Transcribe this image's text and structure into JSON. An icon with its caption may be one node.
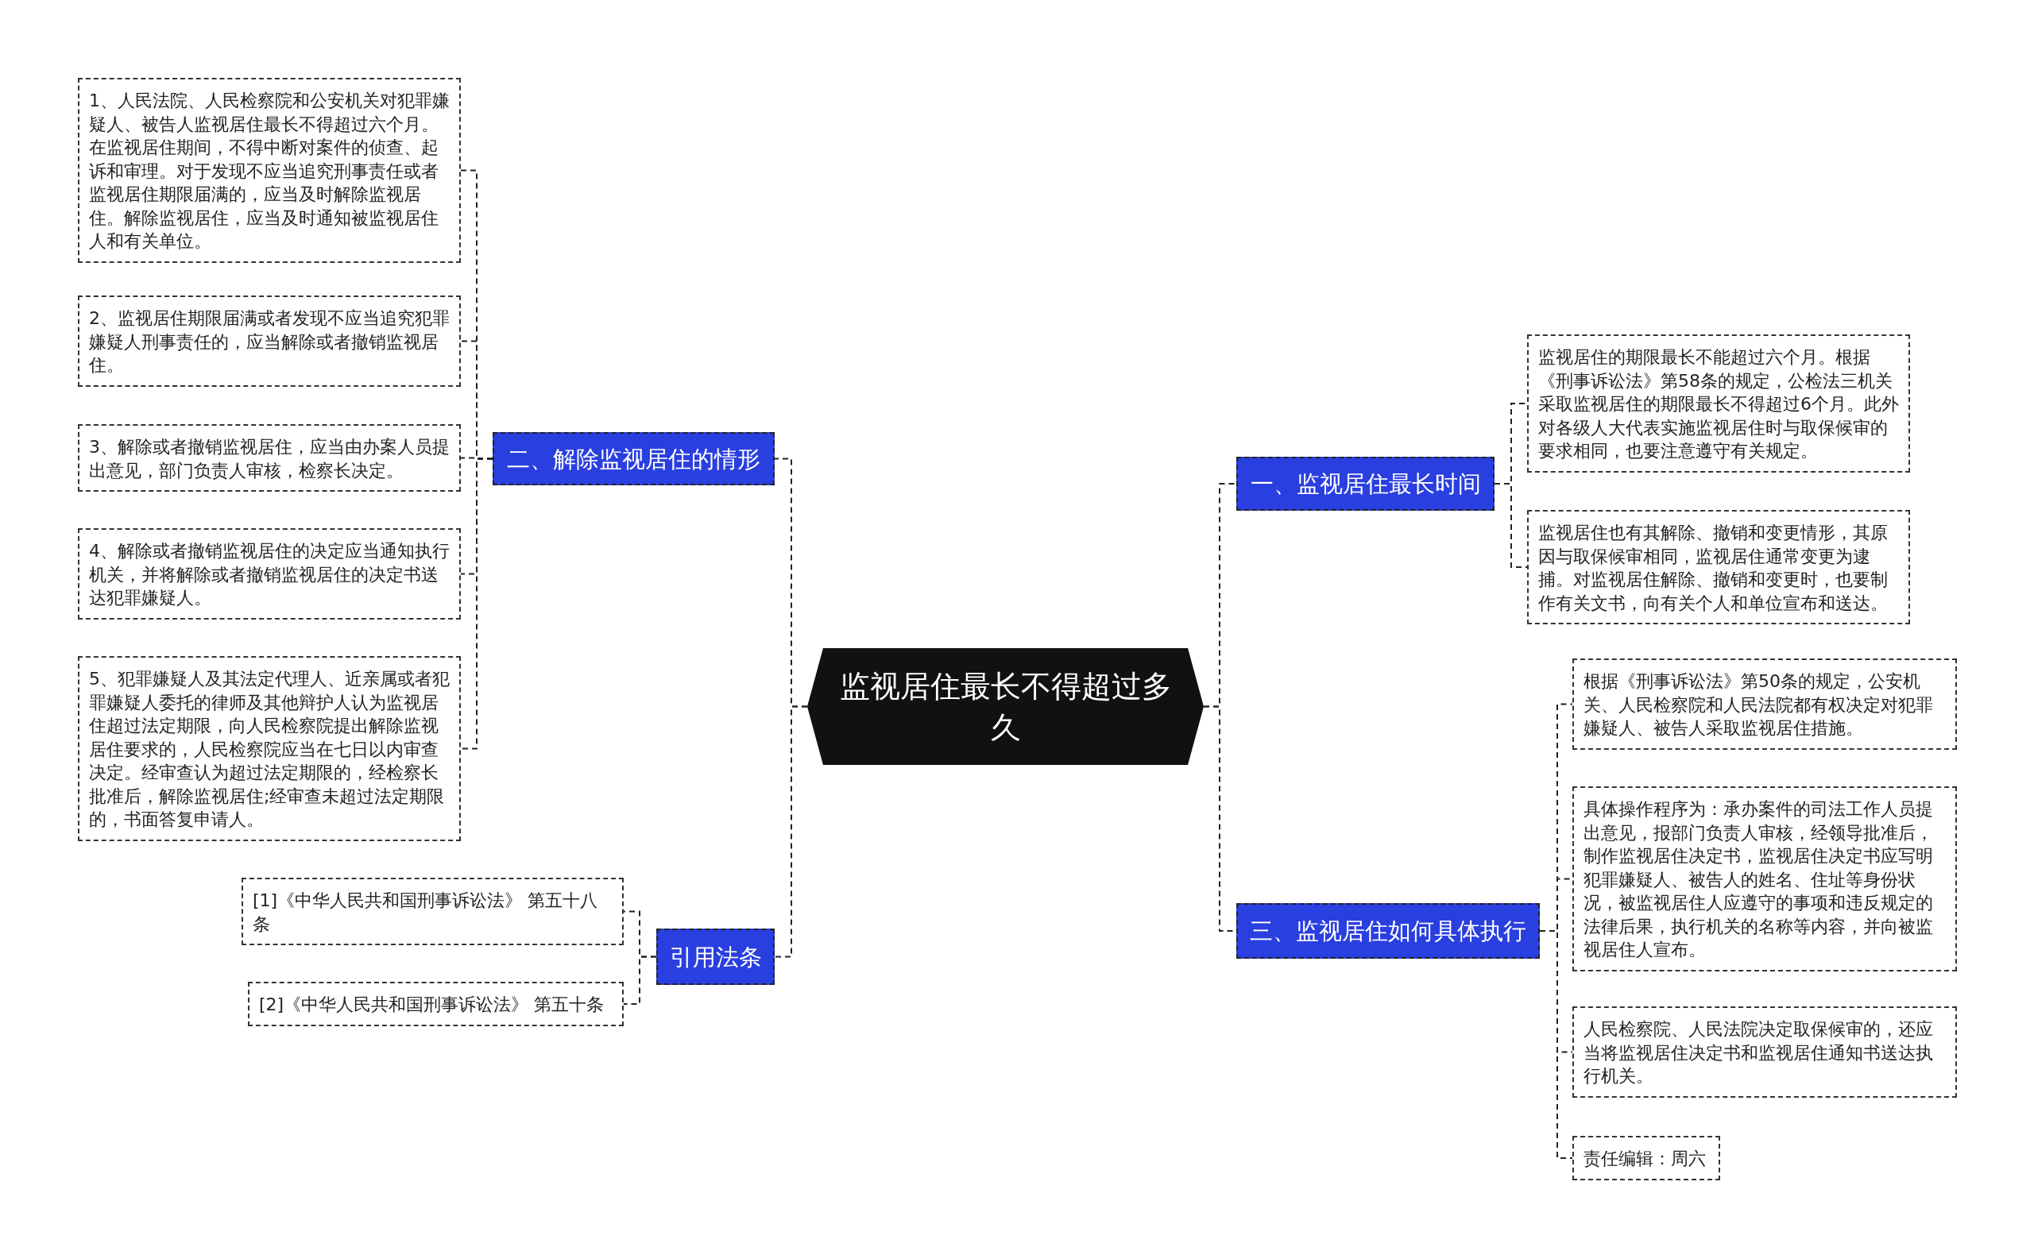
{
  "diagram": {
    "nodes": [
      {
        "text": [
          "监视居住最长不得超过多久"
        ]
      },
      {
        "text": [
          "二、解除监视居住的情形"
        ]
      },
      {
        "text": [
          "1、人民法院、人民检察院和公安机关对犯罪嫌疑人、被告人监视居住最长不得超过六个月。在监视居住期间，不得中断对案件的侦查、起诉和审理。对于发现不应当追究刑事责任或者监视居住期限届满的，应当及时解除监视居住。解除监视居住，应当及时通知被监视居住人和有关单位。"
        ]
      },
      {
        "text": [
          "2、监视居住期限届满或者发现不应当追究犯罪嫌疑人刑事责任的，应当解除或者撤销监视居住。"
        ]
      },
      {
        "text": [
          "3、解除或者撤销监视居住，应当由办案人员提出意见，部门负责人审核，检察长决定。"
        ]
      },
      {
        "text": [
          "4、解除或者撤销监视居住的决定应当通知执行机关，并将解除或者撤销监视居住的决定书送达犯罪嫌疑人。"
        ]
      },
      {
        "text": [
          "5、犯罪嫌疑人及其法定代理人、近亲属或者犯罪嫌疑人委托的律师及其他辩护人认为监视居住超过法定期限，向人民检察院提出解除监视居住要求的，人民检察院应当在七日以内审查决定。经审查认为超过法定期限的，经检察长批准后，解除监视居住;经审查未超过法定期限的，书面答复申请人。"
        ]
      },
      {
        "text": [
          "引用法条"
        ]
      },
      {
        "text": [
          "[1]《中华人民共和国刑事诉讼法》 第五十八条"
        ]
      },
      {
        "text": [
          "[2]《中华人民共和国刑事诉讼法》 第五十条"
        ]
      },
      {
        "text": [
          "一、监视居住最长时间"
        ]
      },
      {
        "text": [
          "监视居住的期限最长不能超过六个月。根据《刑事诉讼法》第58条的规定，公检法三机关采取监视居住的期限最长不得超过6个月。此外对各级人大代表实施监视居住时与取保候审的要求相同，也要注意遵守有关规定。"
        ]
      },
      {
        "text": [
          "监视居住也有其解除、撤销和变更情形，其原因与取保候审相同，监视居住通常变更为逮捕。对监视居住解除、撤销和变更时，也要制作有关文书，向有关个人和单位宣布和送达。"
        ]
      },
      {
        "text": [
          "三、监视居住如何具体执行"
        ]
      },
      {
        "text": [
          "根据《刑事诉讼法》第50条的规定，公安机关、人民检察院和人民法院都有权决定对犯罪嫌疑人、被告人采取监视居住措施。"
        ]
      },
      {
        "text": [
          "具体操作程序为：承办案件的司法工作人员提出意见，报部门负责人审核，经领导批准后，制作监视居住决定书，监视居住决定书应写明犯罪嫌疑人、被告人的姓名、住址等身份状况，被监视居住人应遵守的事项和违反规定的法律后果，执行机关的名称等内容，并向被监视居住人宣布。"
        ]
      },
      {
        "text": [
          "人民检察院、人民法院决定取保候审的，还应当将监视居住决定书和监视居住通知书送达执行机关。"
        ]
      },
      {
        "text": [
          "责任编辑：周六"
        ]
      }
    ],
    "edges": [
      {
        "from": 0,
        "to": 1,
        "arrow": "none"
      },
      {
        "from": 1,
        "to": 2,
        "arrow": "none"
      },
      {
        "from": 1,
        "to": 3,
        "arrow": "none"
      },
      {
        "from": 1,
        "to": 4,
        "arrow": "none"
      },
      {
        "from": 1,
        "to": 5,
        "arrow": "none"
      },
      {
        "from": 1,
        "to": 6,
        "arrow": "none"
      },
      {
        "from": 0,
        "to": 7,
        "arrow": "none"
      },
      {
        "from": 7,
        "to": 8,
        "arrow": "none"
      },
      {
        "from": 7,
        "to": 9,
        "arrow": "none"
      },
      {
        "from": 0,
        "to": 10,
        "arrow": "none"
      },
      {
        "from": 10,
        "to": 11,
        "arrow": "none"
      },
      {
        "from": 10,
        "to": 12,
        "arrow": "none"
      },
      {
        "from": 0,
        "to": 13,
        "arrow": "none"
      },
      {
        "from": 13,
        "to": 14,
        "arrow": "none"
      },
      {
        "from": 13,
        "to": 15,
        "arrow": "none"
      },
      {
        "from": 13,
        "to": 16,
        "arrow": "none"
      },
      {
        "from": 13,
        "to": 17,
        "arrow": "none"
      }
    ]
  }
}
